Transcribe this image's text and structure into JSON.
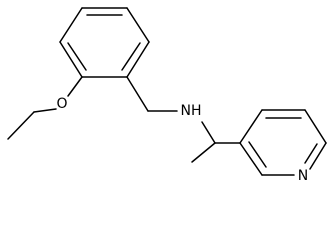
{
  "figure": {
    "background": "#ffffff",
    "line_color": "#000000"
  },
  "atoms": {
    "oxygen": "O",
    "amine_n": "NH",
    "pyridine_n": "N"
  }
}
